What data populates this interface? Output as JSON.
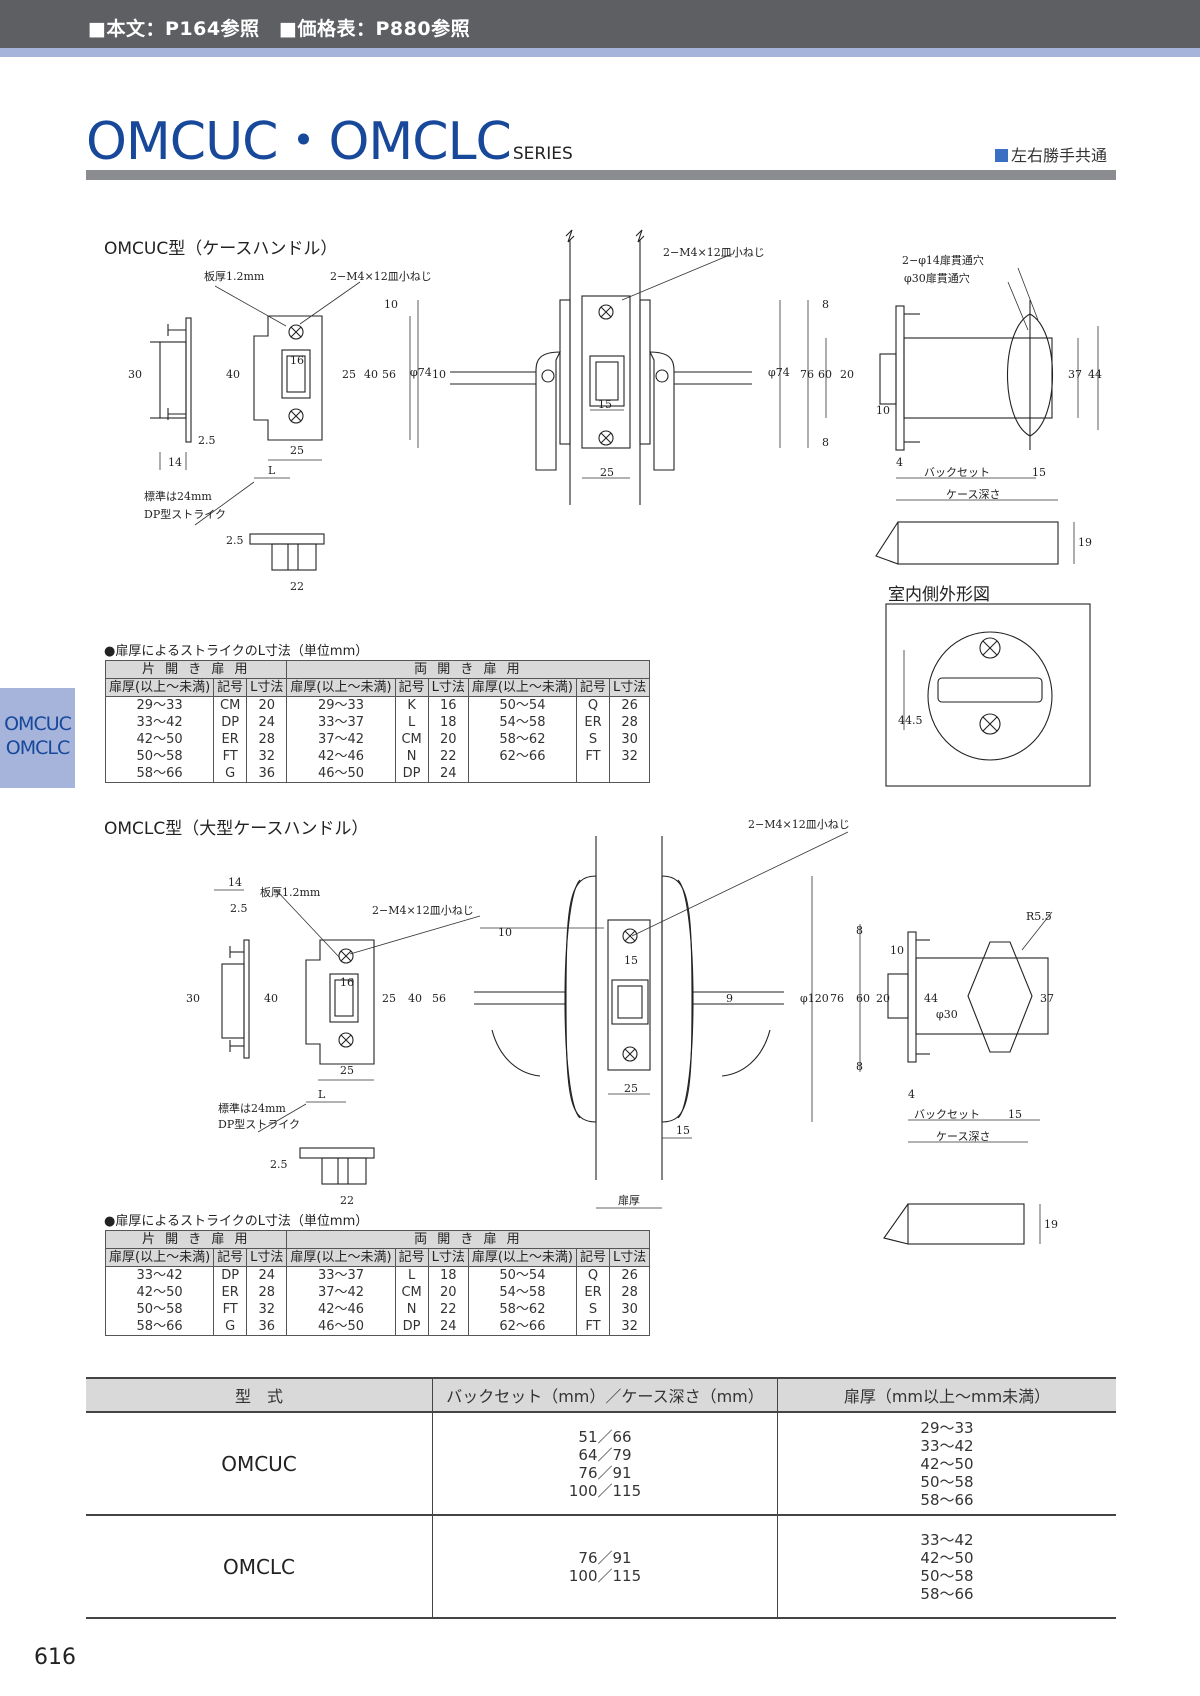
{
  "header": {
    "text": "■本文：P164参照　■価格表：P880参照"
  },
  "title": {
    "main": "OMCUC・OMCLC",
    "sub": "SERIES"
  },
  "note": {
    "text": "左右勝手共通"
  },
  "side_tab": {
    "line1": "OMCUC",
    "line2": "OMCLC"
  },
  "omcuc": {
    "label": "OMCUC型（ケースハンドル）",
    "interior_label": "室内側外形図",
    "table_caption": "●扉厚によるストライクのL寸法（単位mm）",
    "group_single": "片 開 き 扉 用",
    "group_double": "両 開 き 扉 用",
    "col_thickness": "扉厚(以上〜未満)",
    "col_code": "記号",
    "col_l": "L寸法",
    "single_rows": [
      [
        "29〜33",
        "CM",
        "20"
      ],
      [
        "33〜42",
        "DP",
        "24"
      ],
      [
        "42〜50",
        "ER",
        "28"
      ],
      [
        "50〜58",
        "FT",
        "32"
      ],
      [
        "58〜66",
        "G",
        "36"
      ]
    ],
    "double_rows_a": [
      [
        "29〜33",
        "K",
        "16"
      ],
      [
        "33〜37",
        "L",
        "18"
      ],
      [
        "37〜42",
        "CM",
        "20"
      ],
      [
        "42〜46",
        "N",
        "22"
      ],
      [
        "46〜50",
        "DP",
        "24"
      ]
    ],
    "double_rows_b": [
      [
        "50〜54",
        "Q",
        "26"
      ],
      [
        "54〜58",
        "ER",
        "28"
      ],
      [
        "58〜62",
        "S",
        "30"
      ],
      [
        "62〜66",
        "FT",
        "32"
      ],
      [
        "",
        "",
        ""
      ]
    ],
    "dims": {
      "plate": "板厚1.2mm",
      "screw": "2−M4×12皿小ねじ",
      "screw2": "2−M4×12皿小ねじ",
      "holes1": "2−φ14扉貫通穴",
      "holes2": "φ30扉貫通穴",
      "d10": "10",
      "d16": "16",
      "d25": "25",
      "d40": "40",
      "d56": "56",
      "d30": "30",
      "d74": "φ74",
      "d74b": "φ74",
      "d10b": "10",
      "d15": "15",
      "d25b": "25",
      "d2_5": "2.5",
      "d14": "14",
      "d25c": "25",
      "dL": "L",
      "std": "標準は24mm",
      "dp": "DP型ストライク",
      "d2_5b": "2.5",
      "d22": "22",
      "d8": "8",
      "d76": "76",
      "d60": "60",
      "d20": "20",
      "d10c": "10",
      "d37": "37",
      "d44": "44",
      "d8b": "8",
      "d4": "4",
      "backset": "バックセット",
      "d15b": "15",
      "case": "ケース深さ",
      "d19": "19",
      "d44_5": "44.5"
    }
  },
  "omclc": {
    "label": "OMCLC型（大型ケースハンドル）",
    "table_caption": "●扉厚によるストライクのL寸法（単位mm）",
    "group_single": "片 開 き 扉 用",
    "group_double": "両 開 き 扉 用",
    "col_thickness": "扉厚(以上〜未満)",
    "col_code": "記号",
    "col_l": "L寸法",
    "single_rows": [
      [
        "33〜42",
        "DP",
        "24"
      ],
      [
        "42〜50",
        "ER",
        "28"
      ],
      [
        "50〜58",
        "FT",
        "32"
      ],
      [
        "58〜66",
        "G",
        "36"
      ]
    ],
    "double_rows_a": [
      [
        "33〜37",
        "L",
        "18"
      ],
      [
        "37〜42",
        "CM",
        "20"
      ],
      [
        "42〜46",
        "N",
        "22"
      ],
      [
        "46〜50",
        "DP",
        "24"
      ]
    ],
    "double_rows_b": [
      [
        "50〜54",
        "Q",
        "26"
      ],
      [
        "54〜58",
        "ER",
        "28"
      ],
      [
        "58〜62",
        "S",
        "30"
      ],
      [
        "62〜66",
        "FT",
        "32"
      ]
    ],
    "dims": {
      "d14": "14",
      "d2_5": "2.5",
      "plate": "板厚1.2mm",
      "screw": "2−M4×12皿小ねじ",
      "screw2": "2−M4×12皿小ねじ",
      "d10": "10",
      "d16": "16",
      "d25": "25",
      "d40": "40",
      "d56": "56",
      "d30": "30",
      "d40b": "40",
      "d25b": "25",
      "dL": "L",
      "std": "標準は24mm",
      "dp": "DP型ストライク",
      "d2_5b": "2.5",
      "d22": "22",
      "d15": "15",
      "d9": "9",
      "d120": "φ120",
      "d25c": "25",
      "d15b": "15",
      "door": "扉厚",
      "r55": "R5.5",
      "d8": "8",
      "d10c": "10",
      "d76": "76",
      "d60": "60",
      "d20": "20",
      "d44": "44",
      "d30c": "φ30",
      "d37": "37",
      "d8b": "8",
      "d4": "4",
      "backset": "バックセット",
      "d15c": "15",
      "case": "ケース深さ",
      "d19": "19"
    }
  },
  "spec": {
    "headers": [
      "型　式",
      "バックセット（mm）／ケース深さ（mm）",
      "扉厚（mm以上〜mm未満）"
    ],
    "rows": [
      {
        "model": "OMCUC",
        "backset": [
          "51／66",
          "64／79",
          "76／91",
          "100／115"
        ],
        "thickness": [
          "29〜33",
          "33〜42",
          "42〜50",
          "50〜58",
          "58〜66"
        ]
      },
      {
        "model": "OMCLC",
        "backset": [
          "76／91",
          "100／115"
        ],
        "thickness": [
          "33〜42",
          "42〜50",
          "50〜58",
          "58〜66"
        ]
      }
    ]
  },
  "page_number": "616"
}
